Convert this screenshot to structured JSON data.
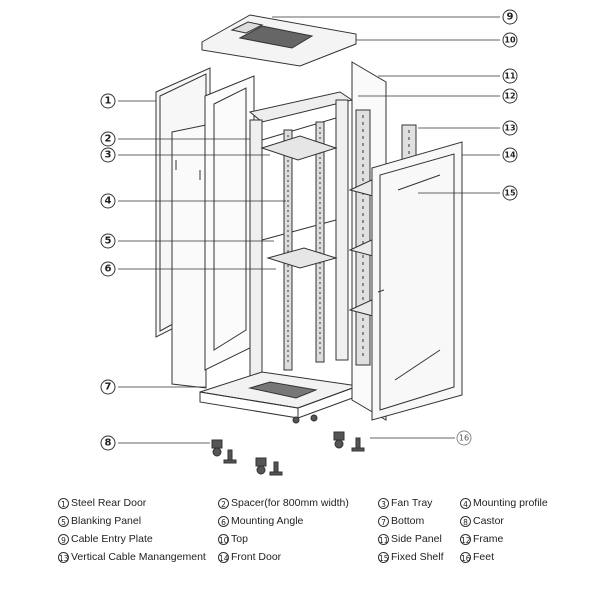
{
  "callouts": [
    "1",
    "2",
    "3",
    "4",
    "5",
    "6",
    "7",
    "8",
    "9",
    "10",
    "11",
    "12",
    "13",
    "14",
    "15",
    "16"
  ],
  "legend": [
    {
      "num": "1",
      "label": "Steel Rear Door"
    },
    {
      "num": "2",
      "label": "Spacer(for 800mm width)"
    },
    {
      "num": "3",
      "label": "Fan Tray"
    },
    {
      "num": "4",
      "label": "Mounting profile"
    },
    {
      "num": "5",
      "label": "Blanking Panel"
    },
    {
      "num": "6",
      "label": "Mounting Angle"
    },
    {
      "num": "7",
      "label": "Bottom"
    },
    {
      "num": "8",
      "label": "Castor"
    },
    {
      "num": "9",
      "label": "Cable Entry Plate"
    },
    {
      "num": "10",
      "label": "Top"
    },
    {
      "num": "11",
      "label": "Side Panel"
    },
    {
      "num": "12",
      "label": "Frame"
    },
    {
      "num": "13",
      "label": "Vertical Cable Manangement"
    },
    {
      "num": "14",
      "label": "Front Door"
    },
    {
      "num": "15",
      "label": "Fixed Shelf"
    },
    {
      "num": "16",
      "label": "Feet"
    }
  ]
}
